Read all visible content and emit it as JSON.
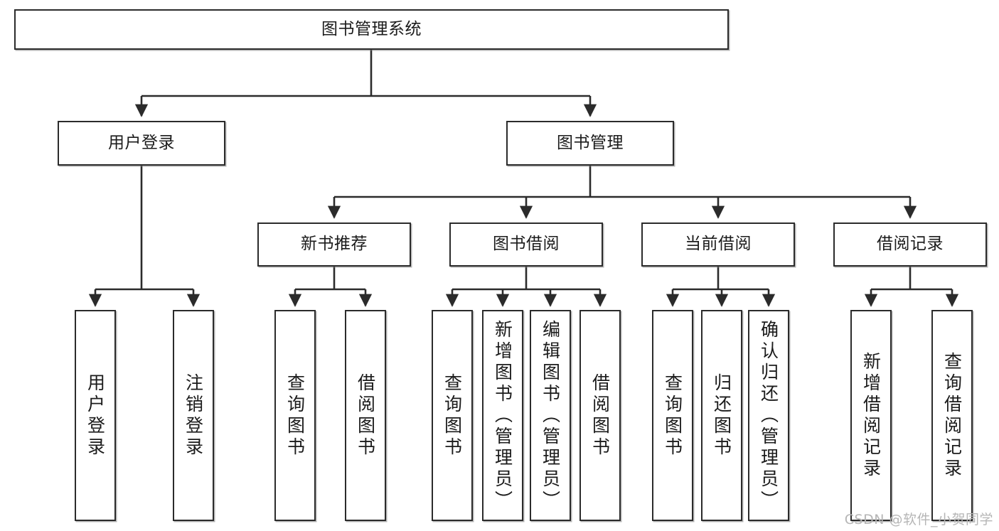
{
  "diagram": {
    "title": "图书管理系统",
    "type": "hierarchy-tree",
    "watermark": "CSDN @软件_小贺同学",
    "colors": {
      "stroke": "#2b2b2b",
      "fill": "#ffffff",
      "text": "#1b1b1b",
      "watermark": "#b6b6b6"
    },
    "nodes": {
      "root": {
        "label": "图书管理系统"
      },
      "level2": [
        {
          "id": "user-login",
          "label": "用户登录"
        },
        {
          "id": "book-management",
          "label": "图书管理"
        }
      ],
      "level3": [
        {
          "id": "new-book-recommend",
          "label": "新书推荐"
        },
        {
          "id": "book-borrow",
          "label": "图书借阅"
        },
        {
          "id": "current-borrow",
          "label": "当前借阅"
        },
        {
          "id": "borrow-record",
          "label": "借阅记录"
        }
      ],
      "leaves": [
        {
          "id": "leaf-user-login",
          "label": "用户登录"
        },
        {
          "id": "leaf-logout-login",
          "label": "注销登录"
        },
        {
          "id": "leaf-query-book-1",
          "label": "查询图书"
        },
        {
          "id": "leaf-borrow-book-1",
          "label": "借阅图书"
        },
        {
          "id": "leaf-query-book-2",
          "label": "查询图书"
        },
        {
          "id": "leaf-add-book",
          "label": "新增图书（管理员）"
        },
        {
          "id": "leaf-edit-book",
          "label": "编辑图书（管理员）"
        },
        {
          "id": "leaf-borrow-book-2",
          "label": "借阅图书"
        },
        {
          "id": "leaf-query-book-3",
          "label": "查询图书"
        },
        {
          "id": "leaf-return-book",
          "label": "归还图书"
        },
        {
          "id": "leaf-confirm-return",
          "label": "确认归还（管理员）"
        },
        {
          "id": "leaf-add-borrow-record",
          "label": "新增借阅记录"
        },
        {
          "id": "leaf-query-borrow-record",
          "label": "查询借阅记录"
        }
      ]
    }
  }
}
